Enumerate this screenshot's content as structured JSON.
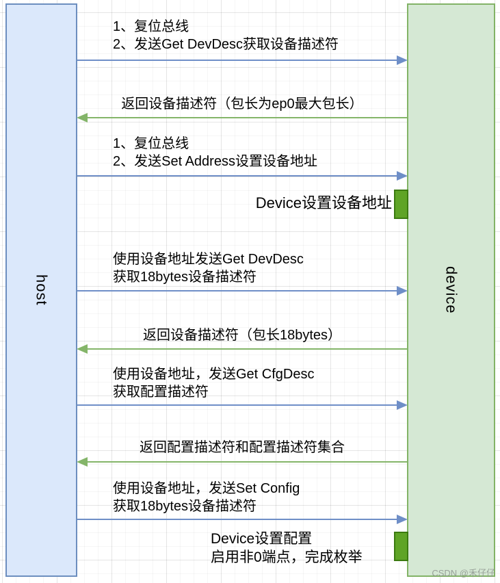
{
  "diagram": {
    "actors": {
      "left": "host",
      "right": "device"
    },
    "messages": [
      {
        "direction": "right",
        "color": "blue",
        "lines": [
          "1、复位总线",
          "2、发送Get DevDesc获取设备描述符"
        ]
      },
      {
        "direction": "left",
        "color": "green",
        "lines": [
          "返回设备描述符（包长为ep0最大包长）"
        ]
      },
      {
        "direction": "right",
        "color": "blue",
        "lines": [
          "1、复位总线",
          "2、发送Set Address设置设备地址"
        ]
      },
      {
        "direction": "right",
        "color": "blue",
        "lines": [
          "使用设备地址发送Get DevDesc",
          "获取18bytes设备描述符"
        ]
      },
      {
        "direction": "left",
        "color": "green",
        "lines": [
          "返回设备描述符（包长18bytes）"
        ]
      },
      {
        "direction": "right",
        "color": "blue",
        "lines": [
          "使用设备地址，发送Get CfgDesc",
          "获取配置描述符"
        ]
      },
      {
        "direction": "left",
        "color": "green",
        "lines": [
          "返回配置描述符和配置描述符集合"
        ]
      },
      {
        "direction": "right",
        "color": "blue",
        "lines": [
          "使用设备地址，发送Set Config",
          "获取18bytes设备描述符"
        ]
      }
    ],
    "notes": [
      {
        "lines": [
          "Device设置设备地址"
        ]
      },
      {
        "lines": [
          "Device设置配置",
          "启用非0端点，完成枚举"
        ]
      }
    ],
    "watermark": "CSDN @禾仔仔",
    "colors": {
      "host_fill": "#dbe8fb",
      "host_border": "#6c8ebf",
      "device_fill": "#d5e8d4",
      "device_border": "#82b366",
      "arrow_blue": "#6e8ec7",
      "arrow_green": "#84b569",
      "activation_fill": "#5fa426",
      "activation_border": "#3b7a10"
    }
  }
}
